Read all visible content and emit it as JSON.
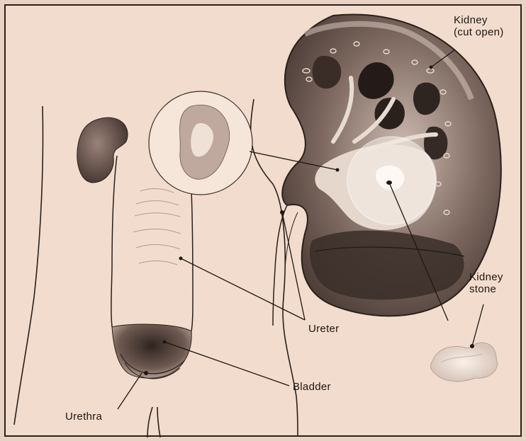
{
  "labels": {
    "kidney_cut_open": "Kidney\n(cut open)",
    "kidney_stone": "Kidney\nstone",
    "ureter": "Ureter",
    "bladder": "Bladder",
    "urethra": "Urethra"
  },
  "colors": {
    "paper": "#f2dccd",
    "ink": "#1e1712",
    "kidney_dark": "#4a3a34",
    "kidney_mid": "#7a665d",
    "kidney_light": "#cdbab0"
  }
}
